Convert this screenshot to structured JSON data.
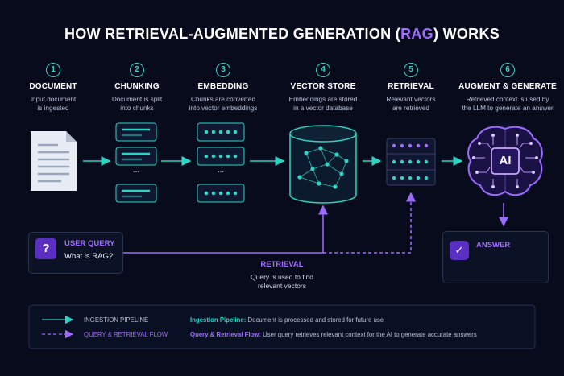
{
  "title": {
    "prefix": "HOW RETRIEVAL-AUGMENTED GENERATION (",
    "highlight": "RAG",
    "suffix": ") WORKS"
  },
  "steps": [
    {
      "number": "1",
      "title": "DOCUMENT",
      "desc1": "Input document",
      "desc2": "is ingested"
    },
    {
      "number": "2",
      "title": "CHUNKING",
      "desc1": "Document is split",
      "desc2": "into chunks"
    },
    {
      "number": "3",
      "title": "EMBEDDING",
      "desc1": "Chunks are converted",
      "desc2": "into vector embeddings"
    },
    {
      "number": "4",
      "title": "VECTOR STORE",
      "desc1": "Embeddings are stored",
      "desc2": "in a vector database"
    },
    {
      "number": "5",
      "title": "RETRIEVAL",
      "desc1": "Relevant vectors",
      "desc2": "are retrieved"
    },
    {
      "number": "6",
      "title": "AUGMENT & GENERATE",
      "desc1": "Retrieved context is used by",
      "desc2": "the LLM to generate an answer"
    }
  ],
  "ellipsis": "...",
  "ai_label": "AI",
  "query": {
    "label": "USER QUERY",
    "text": "What is RAG?",
    "icon": "?"
  },
  "retrieval": {
    "label": "RETRIEVAL",
    "desc1": "Query is used to find",
    "desc2": "relevant vectors"
  },
  "answer": {
    "label": "ANSWER",
    "icon": "✓"
  },
  "legend": {
    "ingestion_label": "INGESTION PIPELINE",
    "query_label": "QUERY & RETRIEVAL FLOW",
    "ingestion_title": "Ingestion Pipeline:",
    "ingestion_desc": "Document is processed and stored for future use",
    "query_title": "Query & Retrieval Flow:",
    "query_desc": "User query retrieves relevant context for the AI to generate accurate answers"
  },
  "colors": {
    "background": "#070b1c",
    "teal": "#2dd4c4",
    "purple": "#a06bff",
    "deep_purple": "#5b2fc4"
  }
}
